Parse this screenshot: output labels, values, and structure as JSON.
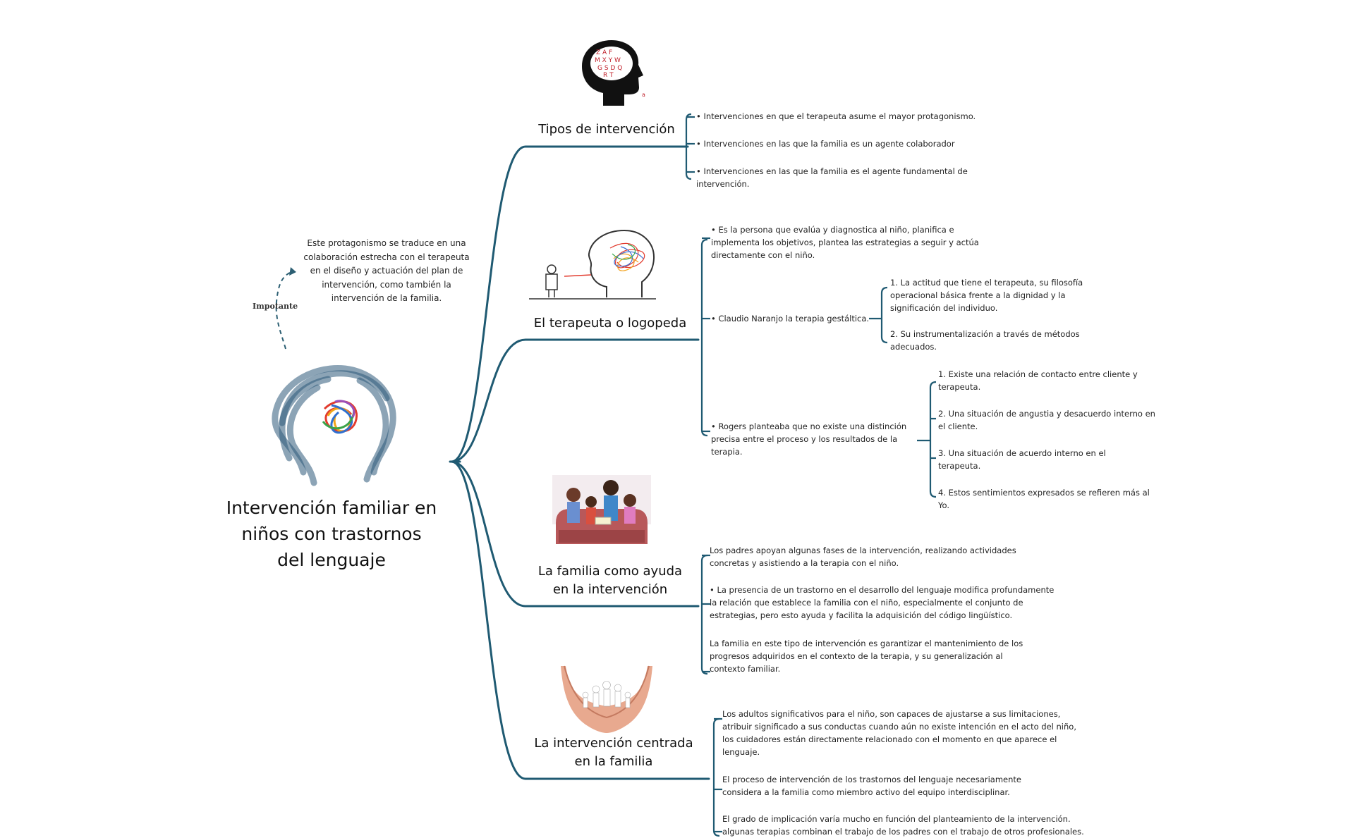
{
  "central": {
    "title_lines": [
      "Intervención familiar en",
      "niños con trastornos",
      "del lenguaje"
    ],
    "note": "Este protagonismo se traduce en una colaboración estrecha con el terapeuta en el diseño y actuación del plan de intervención, como también la intervención de la familia.",
    "note_label": "Impotante"
  },
  "branches": [
    {
      "label": "Tipos de intervención",
      "items": [
        "• Intervenciones en que el terapeuta asume el mayor protagonismo.",
        "• Intervenciones en las que la familia es un agente colaborador",
        "• Intervenciones en las que la familia es el agente fundamental de intervención."
      ]
    },
    {
      "label": "El terapeuta o logopeda",
      "items": [
        "• Es la persona que evalúa y diagnostica al niño, planifica e implementa los objetivos, plantea las estrategias a seguir y actúa directamente con el niño.",
        "• Claudio Naranjo la terapia gestáltica.",
        "• Rogers planteaba que no existe una distinción precisa entre el proceso y los resultados de la terapia."
      ],
      "naranjo": [
        "1. La actitud que tiene el terapeuta, su filosofía operacional básica frente a la dignidad y la significación del individuo.",
        "2. Su instrumentalización a través de métodos adecuados."
      ],
      "rogers": [
        "1. Existe una relación de contacto entre cliente y terapeuta.",
        "2. Una situación de angustia y desacuerdo interno en el cliente.",
        "3. Una situación de acuerdo interno en el terapeuta.",
        "4. Estos sentimientos expresados se refieren más al Yo."
      ]
    },
    {
      "label_lines": [
        "La familia como ayuda",
        "en la intervención"
      ],
      "items": [
        "Los padres apoyan algunas fases de la intervención, realizando actividades concretas y asistiendo a la terapia con el niño.",
        "• La presencia de un trastorno en el desarrollo del lenguaje modifica profundamente la relación que establece la familia con el niño, especialmente el conjunto de estrategias, pero esto ayuda y facilita la adquisición del código lingüístico.",
        "La familia en este tipo de intervención es garantizar el mantenimiento de los progresos adquiridos en el contexto de la terapia, y su generalización al contexto familiar."
      ]
    },
    {
      "label_lines": [
        "La intervención centrada",
        "en la familia"
      ],
      "items": [
        "Los adultos significativos para el niño, son capaces de ajustarse a sus limitaciones, atribuir significado a sus conductas cuando aún no existe intención en el acto del niño, los cuidadores están directamente relacionado con el momento en que aparece el lenguaje.",
        "El proceso de intervención de los trastornos del lenguaje necesariamente considera a la familia como miembro activo del equipo interdisciplinar.",
        "El grado de implicación varía mucho en función del planteamiento de la intervención. algunas terapias combinan el trabajo de los padres con el trabajo de otros profesionales."
      ]
    }
  ],
  "colors": {
    "line": "#1f5a72",
    "dashed": "#2c5f73"
  }
}
